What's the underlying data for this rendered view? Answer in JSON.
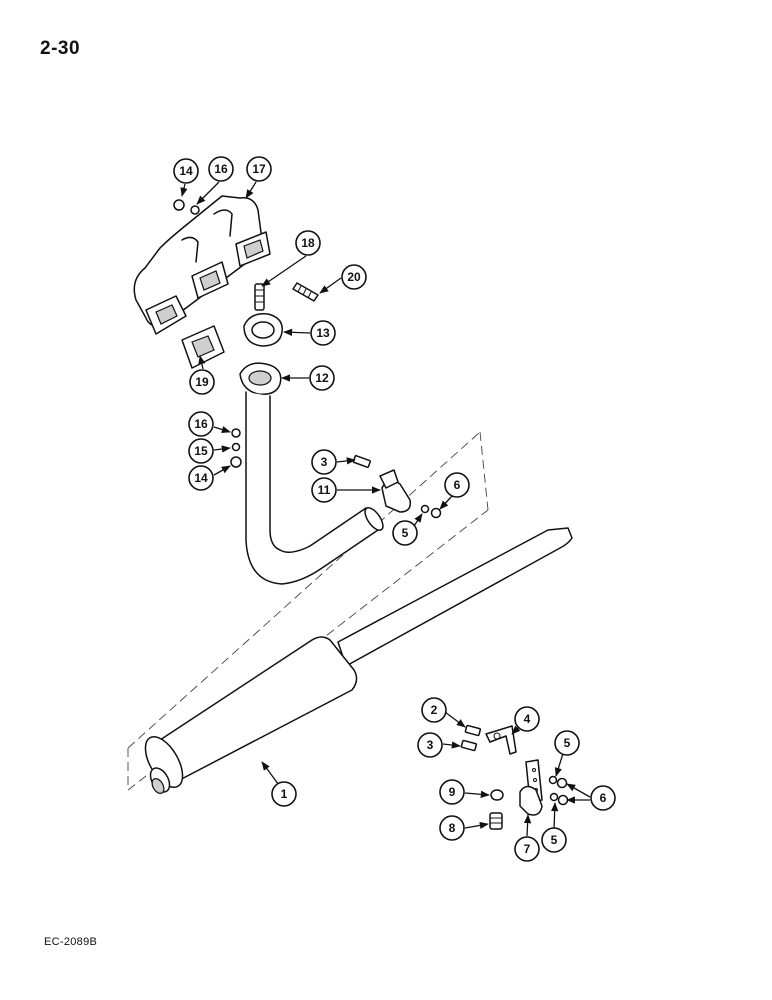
{
  "page": {
    "number": "2-30",
    "reference_code": "EC-2089B"
  },
  "callouts": {
    "c1": "1",
    "c2": "2",
    "c3a": "3",
    "c3b": "3",
    "c4": "4",
    "c5a": "5",
    "c5b": "5",
    "c5c": "5",
    "c6a": "6",
    "c6b": "6",
    "c7": "7",
    "c8": "8",
    "c9": "9",
    "c11": "11",
    "c12": "12",
    "c13": "13",
    "c14a": "14",
    "c14b": "14",
    "c15": "15",
    "c16a": "16",
    "c16b": "16",
    "c17": "17",
    "c18": "18",
    "c19": "19",
    "c20": "20"
  }
}
